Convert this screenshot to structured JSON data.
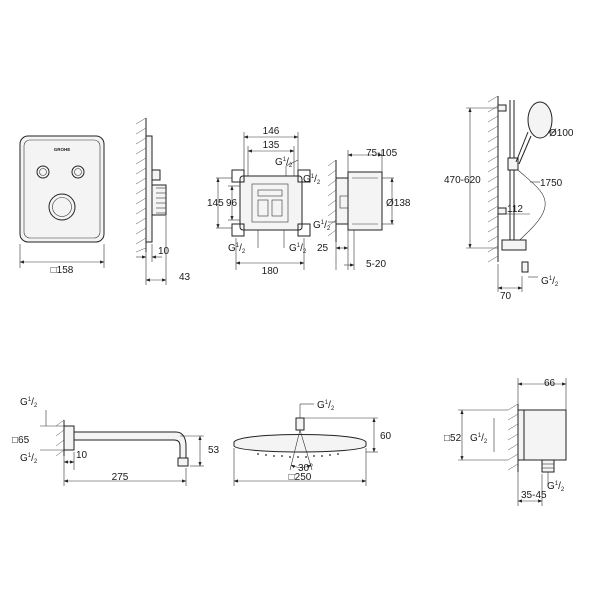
{
  "dimensions": {
    "plate_square": "158",
    "plate_depth": "10",
    "plate_projection": "43",
    "box_width_outer": "146",
    "box_width_inner": "135",
    "box_height_outer": "145",
    "box_height_inner": "96",
    "box_width_bottom": "180",
    "box_depth_range": "75-105",
    "box_diameter": "138",
    "box_depth_min": "25",
    "box_depth_adjust": "5-20",
    "rail_height": "470-620",
    "handshower_dia": "100",
    "hose_length": "1750",
    "rail_offset": "112",
    "rail_projection": "70",
    "arm_square": "65",
    "arm_wall": "10",
    "arm_length": "275",
    "arm_drop": "53",
    "head_height": "60",
    "head_angle": "30°",
    "head_square": "250",
    "elbow_square": "52",
    "elbow_width": "66",
    "elbow_depth_range": "35-45"
  },
  "thread": {
    "prefix": "G",
    "num": "1",
    "den": "2"
  },
  "symbols": {
    "square": "□",
    "diameter": "Ø"
  },
  "logo_text": "GROHE"
}
